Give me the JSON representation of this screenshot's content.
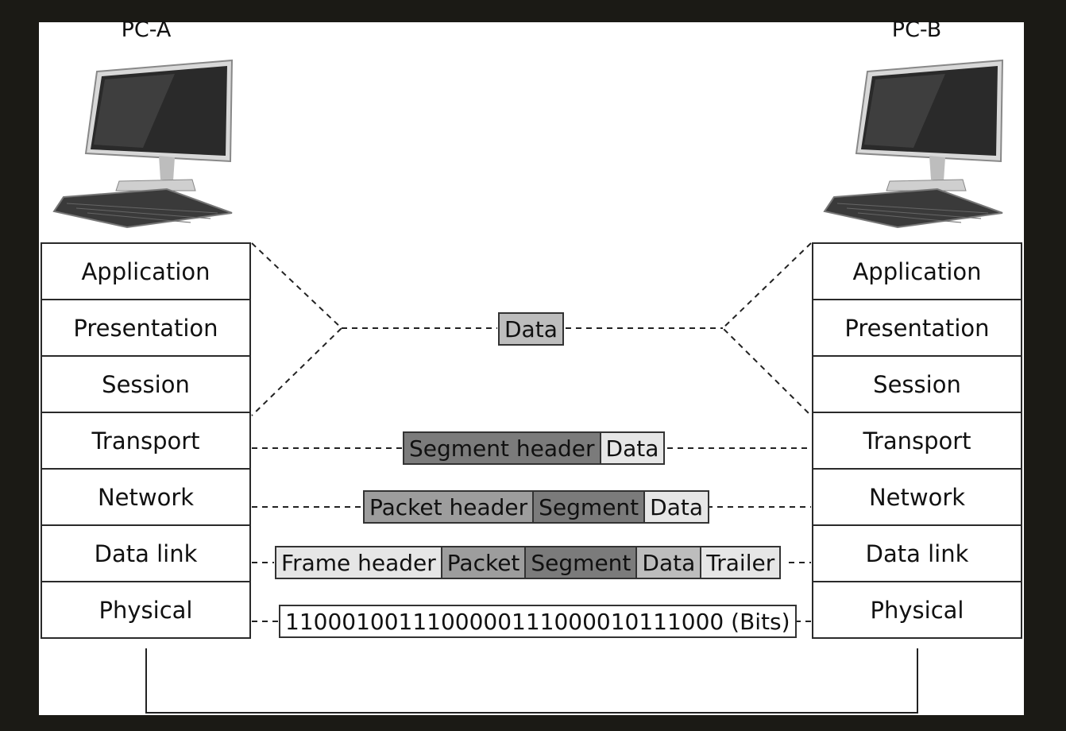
{
  "hosts": {
    "left": {
      "label": "PC-A"
    },
    "right": {
      "label": "PC-B"
    }
  },
  "layers": [
    "Application",
    "Presentation",
    "Session",
    "Transport",
    "Network",
    "Data link",
    "Physical"
  ],
  "pdus": {
    "upper": {
      "data": "Data"
    },
    "transport": {
      "header": "Segment header",
      "data": "Data"
    },
    "network": {
      "header": "Packet header",
      "segment": "Segment",
      "data": "Data"
    },
    "datalink": {
      "header": "Frame header",
      "packet": "Packet",
      "segment": "Segment",
      "data": "Data",
      "trailer": "Trailer"
    },
    "physical": {
      "bits": "1100010011100000111000010111000 (Bits)"
    }
  },
  "colors": {
    "background": "#1b1a15",
    "light": "#e6e6e6",
    "mid": "#bdbdbd",
    "dark": "#7b7b7b"
  }
}
